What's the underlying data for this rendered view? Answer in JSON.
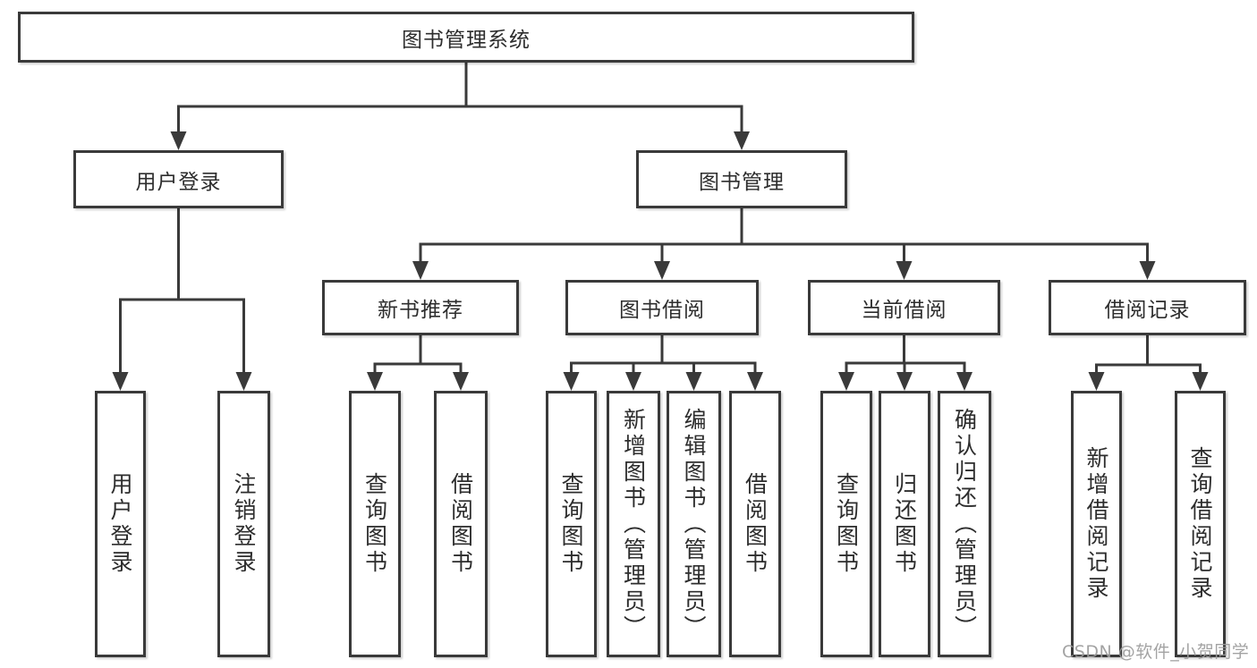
{
  "tree": {
    "label": "图书管理系统",
    "children": [
      {
        "label": "用户登录",
        "children": [
          {
            "label": "用户登录"
          },
          {
            "label": "注销登录"
          }
        ]
      },
      {
        "label": "图书管理",
        "children": [
          {
            "label": "新书推荐",
            "children": [
              {
                "label": "查询图书"
              },
              {
                "label": "借阅图书"
              }
            ]
          },
          {
            "label": "图书借阅",
            "children": [
              {
                "label": "查询图书"
              },
              {
                "label": "新增图书（管理员）"
              },
              {
                "label": "编辑图书（管理员）"
              },
              {
                "label": "借阅图书"
              }
            ]
          },
          {
            "label": "当前借阅",
            "children": [
              {
                "label": "查询图书"
              },
              {
                "label": "归还图书"
              },
              {
                "label": "确认归还（管理员）"
              }
            ]
          },
          {
            "label": "借阅记录",
            "children": [
              {
                "label": "新增借阅记录"
              },
              {
                "label": "查询借阅记录"
              }
            ]
          }
        ]
      }
    ]
  },
  "watermark": {
    "text": "CSDN @软件_小贺同学"
  },
  "colors": {
    "line": "#3a3a3a",
    "text": "#2d2d2d",
    "background": "#ffffff",
    "watermark": "#9c9c9c"
  }
}
